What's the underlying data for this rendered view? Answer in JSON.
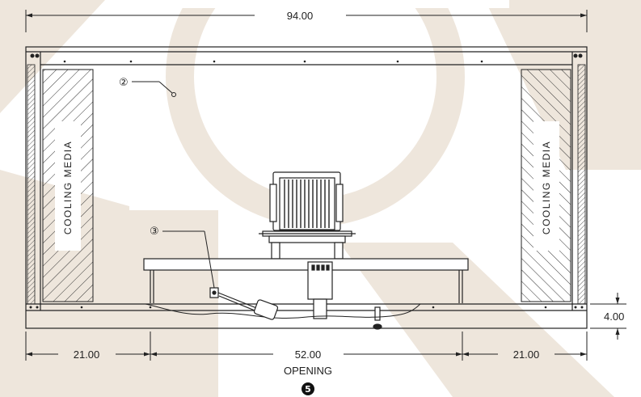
{
  "dimensions": {
    "overall_width": "94.00",
    "left_section": "21.00",
    "opening_width": "52.00",
    "opening_label": "OPENING",
    "right_section": "21.00",
    "base_height": "4.00"
  },
  "labels": {
    "left_media": "COOLING  MEDIA",
    "right_media": "COOLING  MEDIA"
  },
  "callouts": {
    "callout_2": "②",
    "callout_3": "③",
    "callout_5": "5"
  },
  "colors": {
    "watermark": "#eee6dc",
    "line": "#222222"
  }
}
